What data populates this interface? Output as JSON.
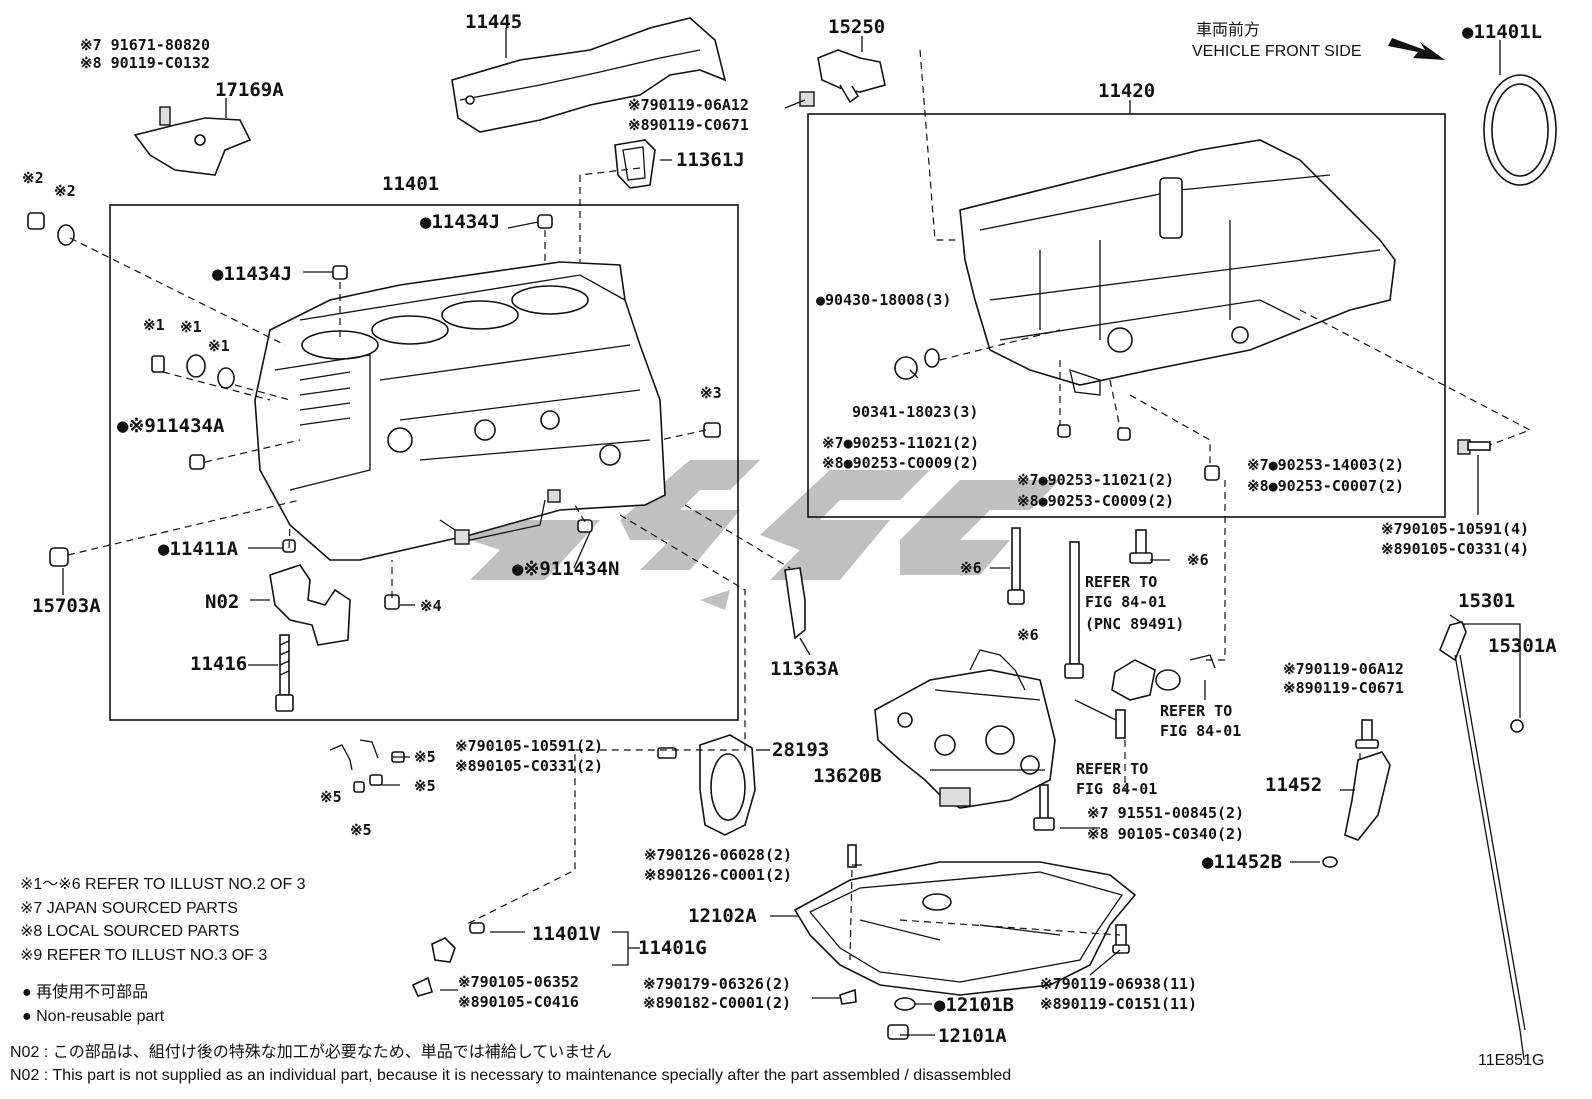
{
  "header": {
    "jp": "車両前方",
    "en": "VEHICLE FRONT SIDE"
  },
  "parts": {
    "p11445": "11445",
    "p15250": "15250",
    "p11401L": "●11401L",
    "p9167180820": "※7 91671-80820",
    "p90119C0132": "※8 90119-C0132",
    "p17169A": "17169A",
    "p9011906A12a": "※790119-06A12",
    "p90119C0671a": "※890119-C0671",
    "p11361J": "11361J",
    "p11420": "11420",
    "p11401": "11401",
    "p11434Ja": "●11434J",
    "p11434Jb": "●11434J",
    "s2a": "※2",
    "s2b": "※2",
    "s1a": "※1",
    "s1b": "※1",
    "s1c": "※1",
    "s3": "※3",
    "p11434A": "●※911434A",
    "p11411A": "●11411A",
    "p15703A": "15703A",
    "pN02": "N02",
    "s4": "※4",
    "p11434N": "●※911434N",
    "p11416": "11416",
    "p11363A": "11363A",
    "p9043018008": "●90430-18008(3)",
    "p9034118023": "90341-18023(3)",
    "p9025311021a": "※7●90253-11021(2)",
    "p90253C0009a": "※8●90253-C0009(2)",
    "p9025311021b": "※7●90253-11021(2)",
    "p90253C0009b": "※8●90253-C0009(2)",
    "p9025314003": "※7●90253-14003(2)",
    "p90253C0007": "※8●90253-C0007(2)",
    "p9010510591a": "※790105-10591(4)",
    "p90105C0331a": "※890105-C0331(4)",
    "s6a": "※6",
    "s6b": "※6",
    "s6c": "※6",
    "referA1": "REFER TO",
    "referA2": "FIG 84-01",
    "referA3": "(PNC 89491)",
    "referB1": "REFER TO",
    "referB2": "FIG 84-01",
    "referC1": "REFER TO",
    "referC2": "FIG 84-01",
    "p15301": "15301",
    "p15301A": "15301A",
    "p9011906A12b": "※790119-06A12",
    "p90119C0671b": "※890119-C0671",
    "p11452": "11452",
    "p11452B": "●11452B",
    "p13620B": "13620B",
    "p28193": "28193",
    "p9010510591b": "※790105-10591(2)",
    "p90105C0331b": "※890105-C0331(2)",
    "s5a": "※5",
    "s5b": "※5",
    "s5c": "※5",
    "s5d": "※5",
    "p9155100845": "※7 91551-00845(2)",
    "p90105C0340": "※8 90105-C0340(2)",
    "p9012606028": "※790126-06028(2)",
    "p90126C0001": "※890126-C0001(2)",
    "p12102A": "12102A",
    "p11401V": "11401V",
    "p11401G": "11401G",
    "p9010506352": "※790105-06352",
    "p90105C0416": "※890105-C0416",
    "p9017906326": "※790179-06326(2)",
    "p90182C0001": "※890182-C0001(2)",
    "p12101B": "●12101B",
    "p12101A": "12101A",
    "p9011906938": "※790119-06938(11)",
    "p90119C0151": "※890119-C0151(11)"
  },
  "legend": {
    "n1": "※1～※6  REFER TO ILLUST NO.2 OF 3",
    "n7": "※7 JAPAN SOURCED PARTS",
    "n8": "※8 LOCAL SOURCED PARTS",
    "n9": "※9 REFER TO ILLUST NO.3 OF 3",
    "dot_jp": "● 再使用不可部品",
    "dot_en": "● Non-reusable part"
  },
  "footnote": {
    "jp": "N02 : この部品は、組付け後の特殊な加工が必要なため、単品では補給していません",
    "en": "N02 : This part is not supplied as an individual part, because it is necessary to maintenance specially after the part assembled / disassembled"
  },
  "figure_id": "11E851G"
}
